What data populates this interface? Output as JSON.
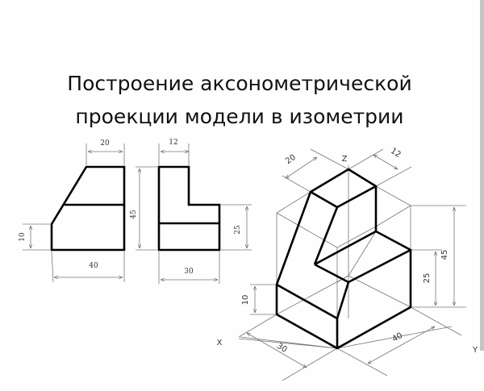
{
  "title": {
    "line1": "Построение аксонометрической",
    "line2": "проекции модели в изометрии"
  },
  "front_view": {
    "dims": {
      "top_width": "20",
      "left_height": "10",
      "bottom_width": "40",
      "total_height": "45"
    }
  },
  "side_view": {
    "dims": {
      "top_width": "12",
      "left_height": "45",
      "step_height": "25",
      "bottom_width": "30"
    }
  },
  "isometric": {
    "axes": {
      "x": "X",
      "y": "Y",
      "z": "Z"
    },
    "dims": {
      "top_left": "20",
      "top_right": "12",
      "left_height": "10",
      "right_inner_height": "25",
      "right_total_height": "45",
      "bottom_left": "30",
      "bottom_right": "40"
    }
  },
  "colors": {
    "line": "#000000",
    "construction": "#777777",
    "scrollbar": "#c4c4c4"
  }
}
